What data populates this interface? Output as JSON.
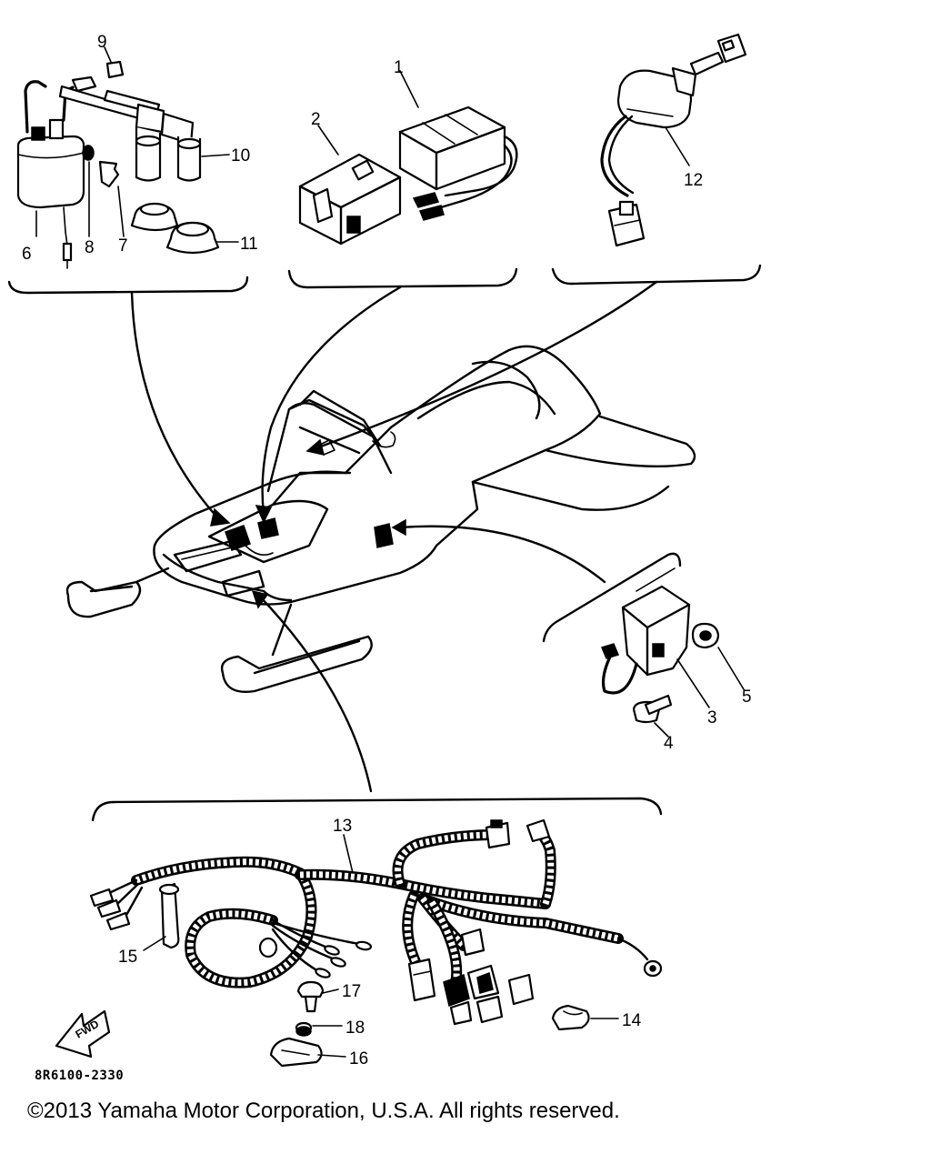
{
  "parts": [
    {
      "id": "p1",
      "number": "1"
    },
    {
      "id": "p2",
      "number": "2"
    },
    {
      "id": "p3",
      "number": "3"
    },
    {
      "id": "p4",
      "number": "4"
    },
    {
      "id": "p5",
      "number": "5"
    },
    {
      "id": "p6",
      "number": "6"
    },
    {
      "id": "p7",
      "number": "7"
    },
    {
      "id": "p8",
      "number": "8"
    },
    {
      "id": "p9",
      "number": "9"
    },
    {
      "id": "p10",
      "number": "10"
    },
    {
      "id": "p11",
      "number": "11"
    },
    {
      "id": "p12",
      "number": "12"
    },
    {
      "id": "p13",
      "number": "13"
    },
    {
      "id": "p14",
      "number": "14"
    },
    {
      "id": "p15",
      "number": "15"
    },
    {
      "id": "p16",
      "number": "16"
    },
    {
      "id": "p17",
      "number": "17"
    },
    {
      "id": "p18",
      "number": "18"
    }
  ],
  "forward_arrow_label": "FWD",
  "diagram_code": "8R6100-2330",
  "copyright": "©2013 Yamaha Motor Corporation, U.S.A. All rights reserved."
}
